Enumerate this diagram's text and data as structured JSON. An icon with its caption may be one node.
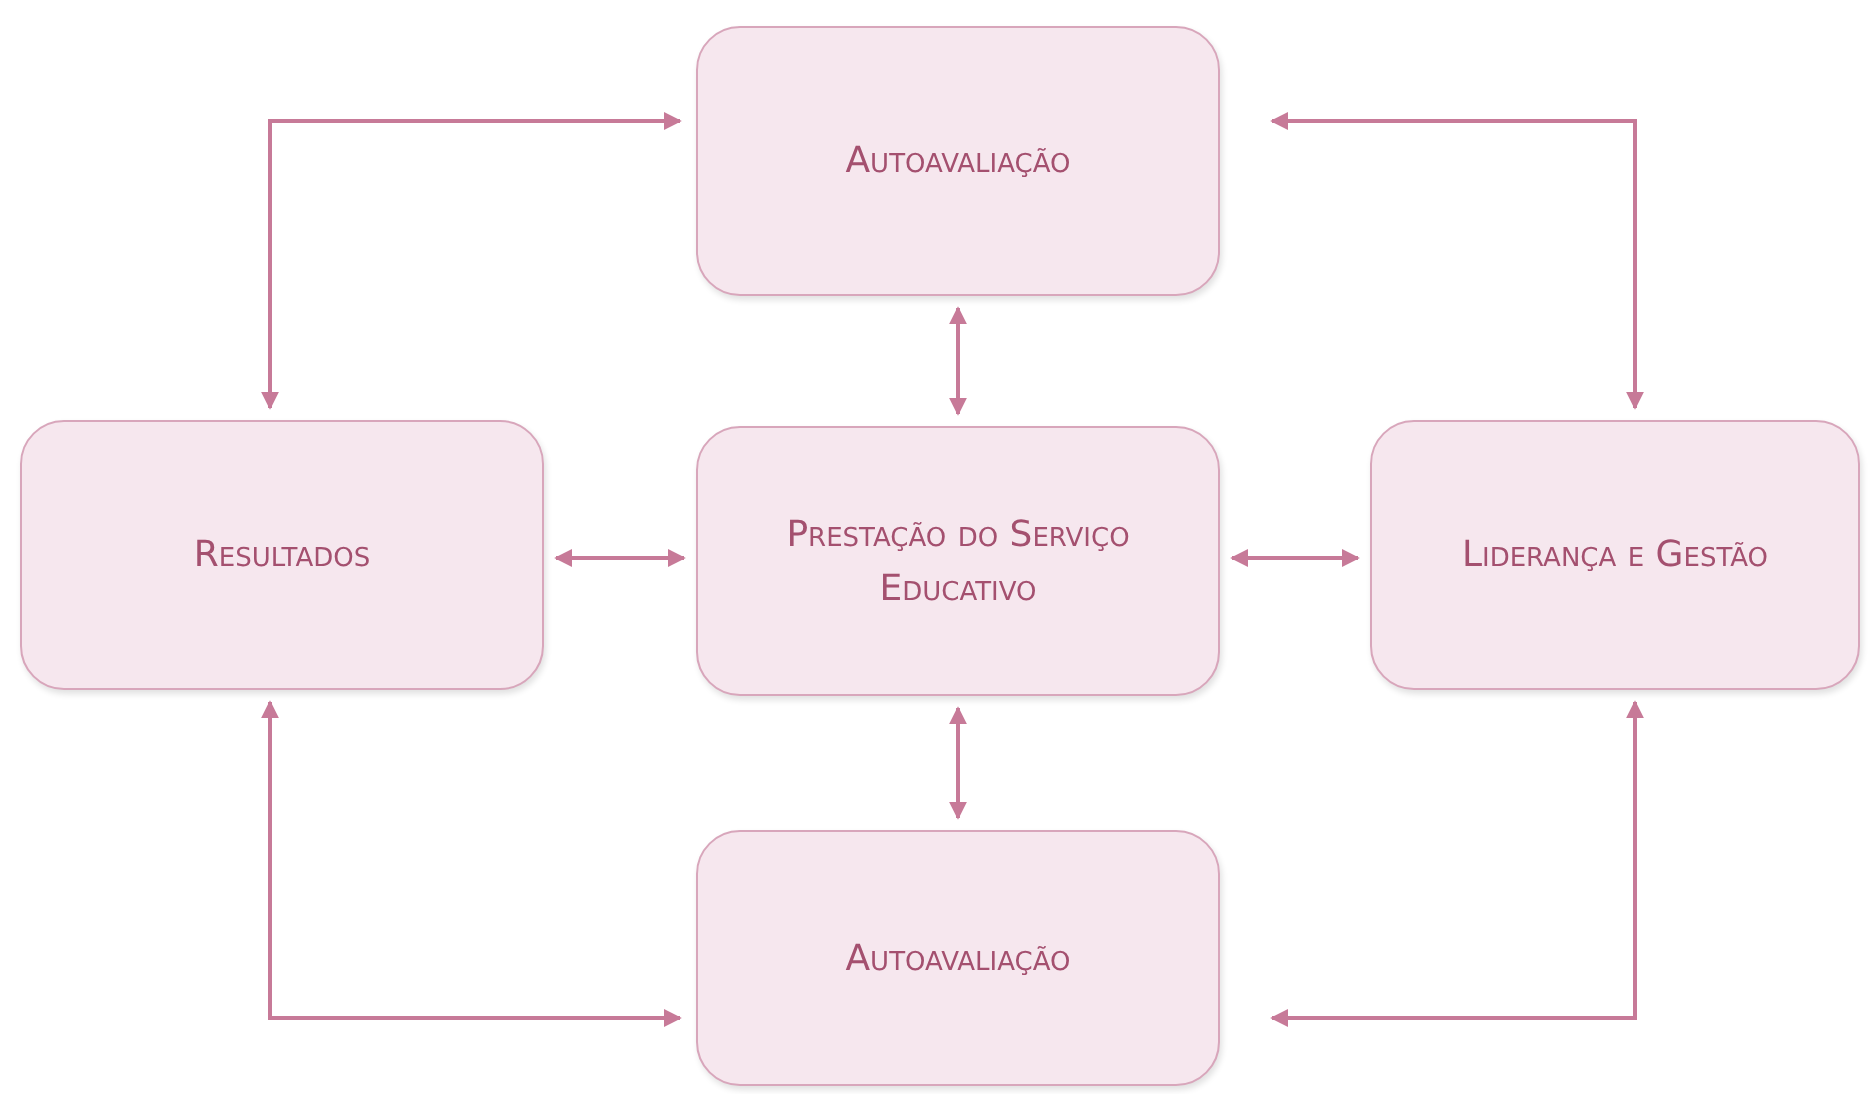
{
  "diagram": {
    "nodes": [
      {
        "text": [
          "Autoavaliação"
        ]
      },
      {
        "text": [
          "Resultados"
        ]
      },
      {
        "text": [
          "Prestação do Serviço Educativo"
        ]
      },
      {
        "text": [
          "Liderança e Gestão"
        ]
      },
      {
        "text": [
          "Autoavaliação"
        ]
      }
    ],
    "edges": [
      {
        "from": 0,
        "to": 2,
        "arrow": "both"
      },
      {
        "from": 1,
        "to": 2,
        "arrow": "both"
      },
      {
        "from": 2,
        "to": 3,
        "arrow": "both"
      },
      {
        "from": 2,
        "to": 4,
        "arrow": "both"
      },
      {
        "from": 1,
        "to": 0,
        "arrow": "both"
      },
      {
        "from": 0,
        "to": 3,
        "arrow": "both"
      },
      {
        "from": 1,
        "to": 4,
        "arrow": "both"
      },
      {
        "from": 4,
        "to": 3,
        "arrow": "both"
      }
    ]
  }
}
